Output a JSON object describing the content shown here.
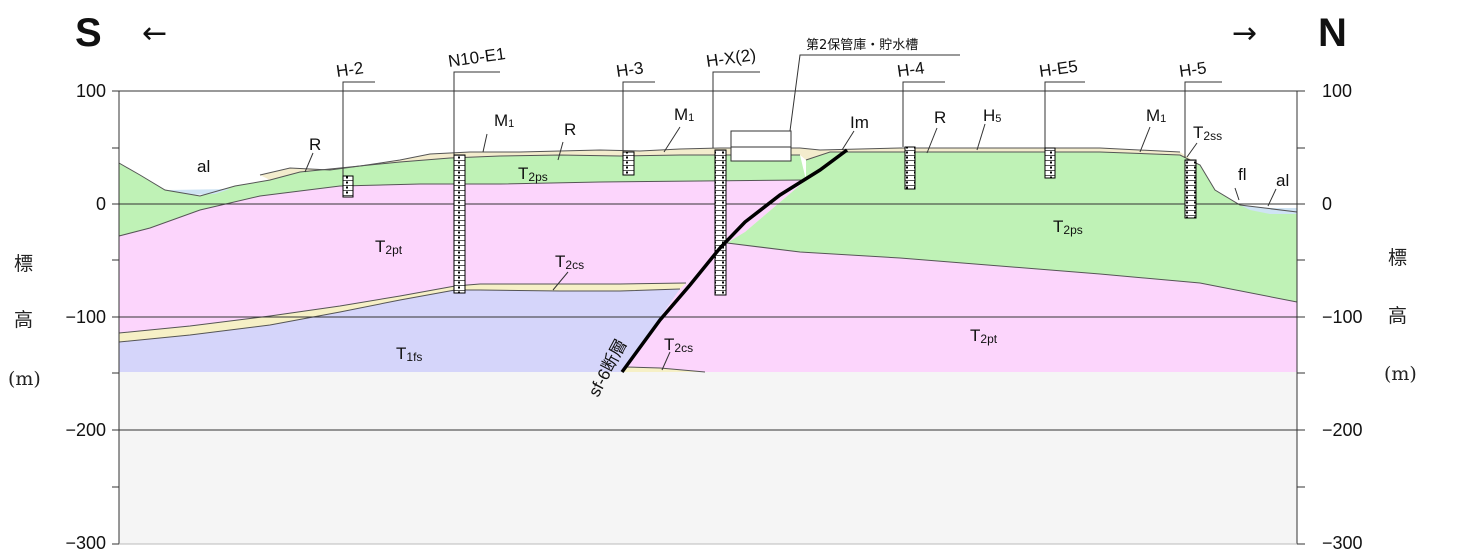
{
  "header": {
    "left_dir": "S",
    "left_arrow": "←",
    "right_arrow": "→",
    "right_dir": "N"
  },
  "axis": {
    "left_ticks": [
      "100",
      "0",
      "−100",
      "−200",
      "−300"
    ],
    "right_ticks": [
      "100",
      "0",
      "−100",
      "−200",
      "−300"
    ],
    "unit_left": [
      "標",
      "高",
      "(m)"
    ],
    "unit_right": [
      "標",
      "高",
      "(m)"
    ]
  },
  "boreholes": {
    "h2": "H-2",
    "n10e1": "N10-E1",
    "h3": "H-3",
    "hx2": "H-X(2)",
    "h4": "H-4",
    "he5": "H-E5",
    "h5": "H-5"
  },
  "structure_note": "第2保管庫・貯水槽",
  "layers": {
    "al_left": "al",
    "r1": "R",
    "m1_a": "M",
    "m1_a_sub": "1",
    "r2": "R",
    "m1_b": "M",
    "m1_b_sub": "1",
    "im": "Im",
    "r3": "R",
    "h5": "H",
    "h5_sub": "5",
    "m1_c": "M",
    "m1_c_sub": "1",
    "t2ss": "T",
    "t2ss_sub": "2ss",
    "fl": "fl",
    "al_right": "al",
    "t2ps_a": "T",
    "t2ps_a_sub": "2ps",
    "t2ps_b": "T",
    "t2ps_b_sub": "2ps",
    "t2pt_a": "T",
    "t2pt_a_sub": "2pt",
    "t2pt_b": "T",
    "t2pt_b_sub": "2pt",
    "t2cs_a": "T",
    "t2cs_a_sub": "2cs",
    "t2cs_b": "T",
    "t2cs_b_sub": "2cs",
    "t1fs": "T",
    "t1fs_sub": "1fs"
  },
  "fault_label": "sf-6断層",
  "colors": {
    "t2ps_green": "#bff2b6",
    "t2pt_pink": "#fcd5fc",
    "t1fs_purple": "#d5d5fa",
    "t2cs_cream": "#f6f0c6",
    "surface_cream": "#f3eccd",
    "water_blue": "#cfe4f4",
    "below_gray": "#f5f5f5"
  }
}
